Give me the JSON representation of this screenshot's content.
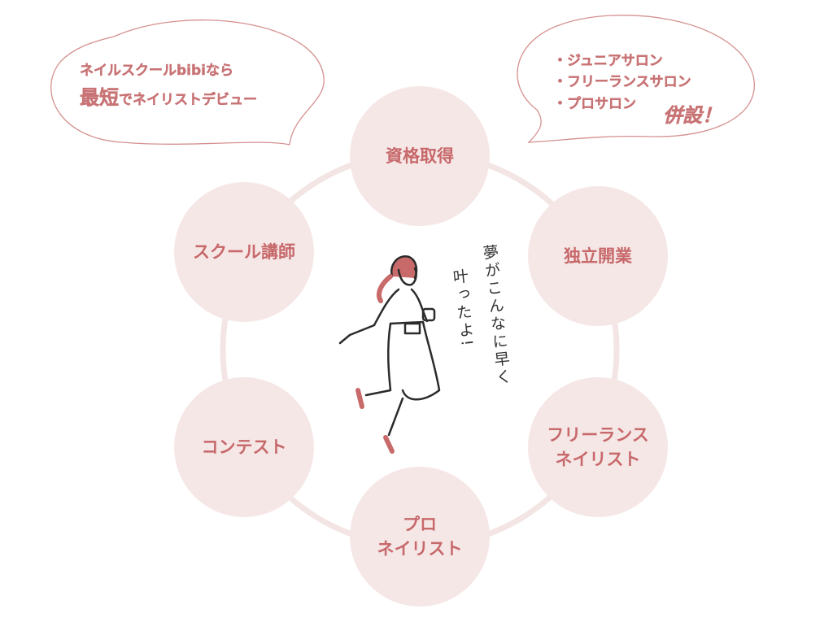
{
  "bubbles": {
    "left": {
      "line1": "ネイルスクールbibiなら",
      "line2_emph": "最短",
      "line2_rest": "でネイリストデビュー"
    },
    "right": {
      "items": [
        "・ジュニアサロン",
        "・フリーランスサロン",
        "・プロサロン"
      ],
      "tail": "併設！"
    }
  },
  "cycle": {
    "nodes": [
      "資格取得",
      "独立開業",
      "フリーランス\nネイリスト",
      "プロ\nネイリスト",
      "コンテスト",
      "スクール講師"
    ]
  },
  "illustration": {
    "speech_col1": "夢がこんなに早く",
    "speech_col2": "叶ったよ!"
  },
  "colors": {
    "node_fill": "#f6e7e7",
    "text": "#c7686a",
    "ring": "#f4e5e5",
    "bubble_stroke": "#d59090"
  }
}
